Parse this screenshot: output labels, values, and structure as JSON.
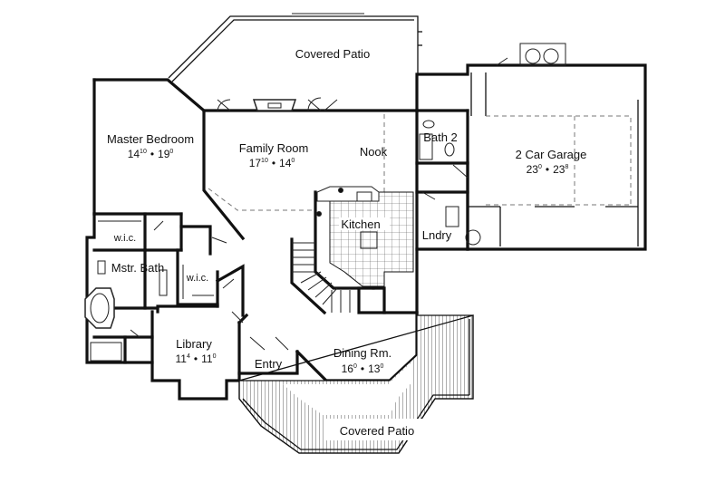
{
  "rooms": {
    "covered_patio_top": "Covered Patio",
    "master_bedroom": {
      "name": "Master Bedroom",
      "w": "14",
      "w_in": "10",
      "h": "19",
      "h_in": "0"
    },
    "family_room": {
      "name": "Family Room",
      "w": "17",
      "w_in": "10",
      "h": "14",
      "h_in": "0"
    },
    "nook": "Nook",
    "bath2": "Bath 2",
    "garage": {
      "name": "2 Car Garage",
      "w": "23",
      "w_in": "0",
      "h": "23",
      "h_in": "8"
    },
    "wic1": "w.i.c.",
    "kitchen": "Kitchen",
    "laundry": "Lndry",
    "master_bath": "Mstr. Bath",
    "wic2": "w.i.c.",
    "library": {
      "name": "Library",
      "w": "11",
      "w_in": "4",
      "h": "11",
      "h_in": "0"
    },
    "dining": {
      "name": "Dining Rm.",
      "w": "16",
      "w_in": "0",
      "h": "13",
      "h_in": "0"
    },
    "entry": "Entry",
    "covered_patio_bottom": "Covered Patio"
  },
  "separator": "•"
}
